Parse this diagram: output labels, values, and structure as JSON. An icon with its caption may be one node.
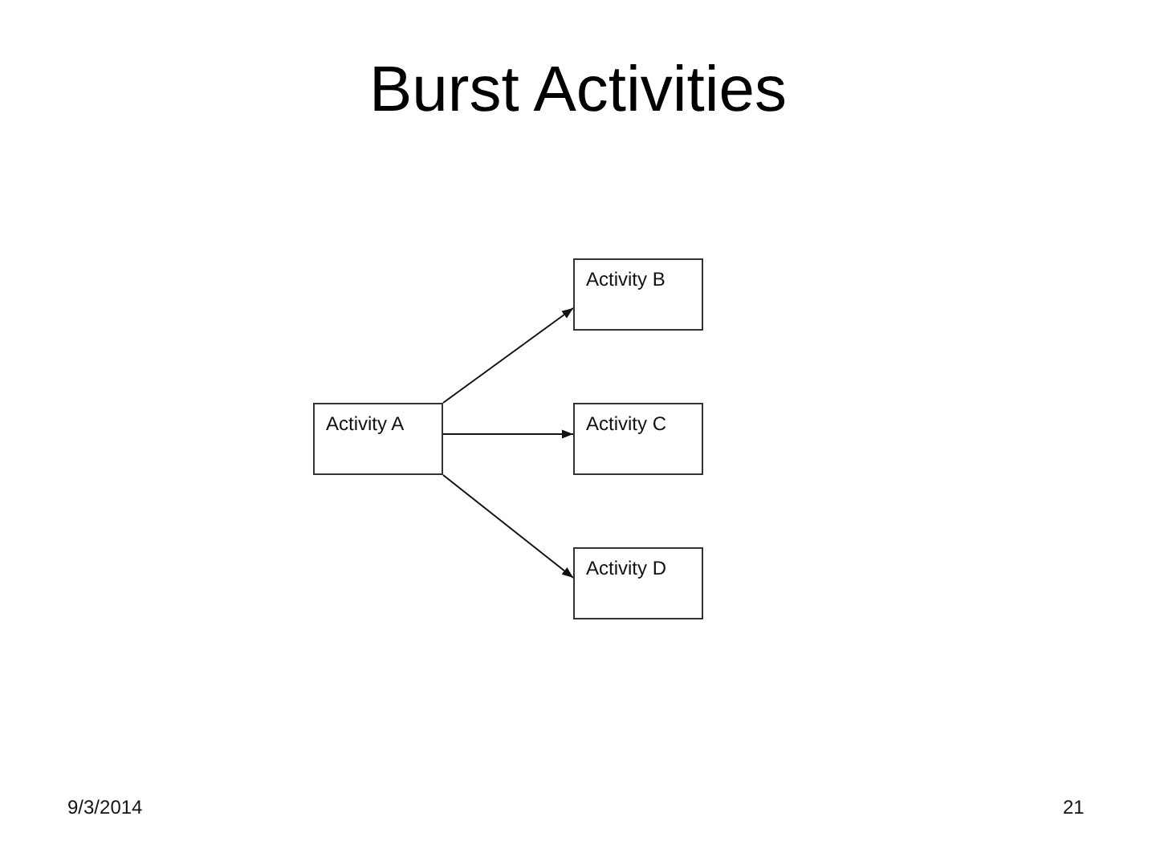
{
  "diagram": {
    "title": "Burst Activities",
    "nodes": [
      {
        "text": [
          "Activity A"
        ]
      },
      {
        "text": [
          "Activity B"
        ]
      },
      {
        "text": [
          "Activity C"
        ]
      },
      {
        "text": [
          "Activity D"
        ]
      }
    ],
    "edges": [
      {
        "from": 0,
        "to": 1,
        "arrow": "to"
      },
      {
        "from": 0,
        "to": 2,
        "arrow": "to"
      },
      {
        "from": 0,
        "to": 3,
        "arrow": "to"
      }
    ],
    "labels": [
      "9/3/2014",
      "21"
    ]
  }
}
